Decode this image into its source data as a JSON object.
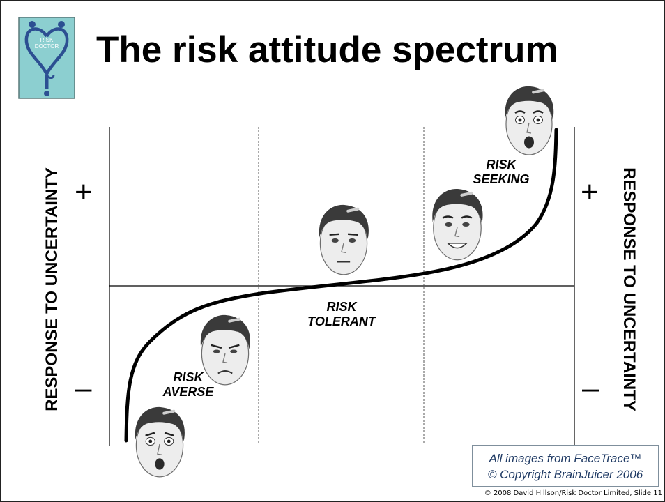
{
  "title": "The risk attitude spectrum",
  "logo": {
    "text_line1": "RISK",
    "text_line2": "DOCTOR",
    "colors": {
      "background": "#8ccfd0",
      "heart": "#2c4f92",
      "icon": "stethoscope-heart"
    }
  },
  "axis_label_left": "RESPONSE TO UNCERTAINTY",
  "axis_label_right": "RESPONSE TO UNCERTAINTY",
  "plus_sign": "+",
  "minus_sign": "–",
  "labels": {
    "averse": {
      "line1": "RISK",
      "line2": "AVERSE"
    },
    "tolerant": {
      "line1": "RISK",
      "line2": "TOLERANT"
    },
    "seeking": {
      "line1": "RISK",
      "line2": "SEEKING"
    }
  },
  "faces": [
    {
      "expression": "shocked"
    },
    {
      "expression": "frowning"
    },
    {
      "expression": "neutral"
    },
    {
      "expression": "smiling"
    },
    {
      "expression": "shocked"
    }
  ],
  "credit": {
    "line1": "All images from FaceTrace™",
    "line2": "© Copyright BrainJuicer 2006"
  },
  "footer": "© 2008 David Hillson/Risk Doctor Limited, Slide 11"
}
